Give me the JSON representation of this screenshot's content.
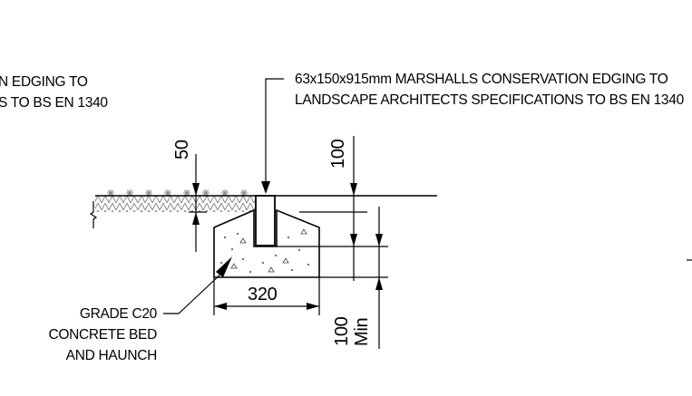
{
  "notes": {
    "left_cut_line1": "N EDGING TO",
    "left_cut_line2": "S TO BS EN 1340",
    "edging_line1": "63x150x915mm MARSHALLS CONSERVATION EDGING TO",
    "edging_line2": "LANDSCAPE ARCHITECTS SPECIFICATIONS TO BS EN 1340",
    "concrete_line1": "GRADE C20",
    "concrete_line2": "CONCRETE BED",
    "concrete_line3": "AND HAUNCH"
  },
  "dimensions": {
    "fifty": "50",
    "hundred": "100",
    "width": "320",
    "hundred_min_value": "100",
    "hundred_min_suffix": "Min"
  },
  "colors": {
    "line": "#000000",
    "hatch": "#9a9a9a",
    "background": "#ffffff"
  }
}
